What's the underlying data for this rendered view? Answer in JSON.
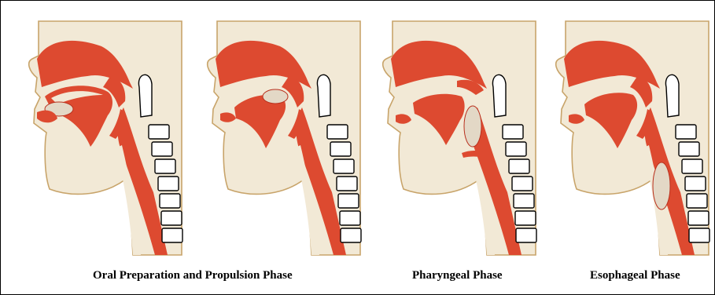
{
  "captions": {
    "oral_phase": "Oral Preparation and Propulsion Phase",
    "pharyngeal_phase": "Pharyngeal Phase",
    "esophageal_phase": "Esophageal Phase"
  },
  "colors": {
    "background": "#ffffff",
    "tissue": "#f2e9d6",
    "outline": "#c8a46a",
    "muscle": "#dd4a30",
    "muscle_dark": "#b9301d",
    "bolus": "#e3d8c6",
    "vertebra": "#ffffff"
  }
}
